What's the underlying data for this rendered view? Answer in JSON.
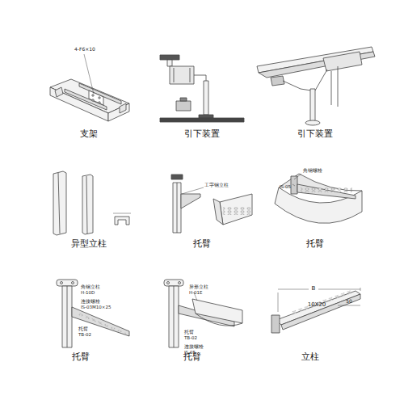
{
  "diagram": {
    "labels": [
      "支架",
      "引下装置",
      "引下装置",
      "异型立柱",
      "托臂",
      "托臂",
      "托臂",
      "托臂",
      "立柱",
      "4-F6×10",
      "工字钢立柱",
      "角钢螺栓",
      "IS-05",
      "角钢立柱",
      "H-10D",
      "连接螺栓",
      "IS-03M10×25",
      "托臂",
      "TB-02",
      "异形立柱",
      "H-01E",
      "托臂",
      "TB-02",
      "连接螺栓",
      "IS-05",
      "B",
      "10X20",
      "50"
    ]
  }
}
